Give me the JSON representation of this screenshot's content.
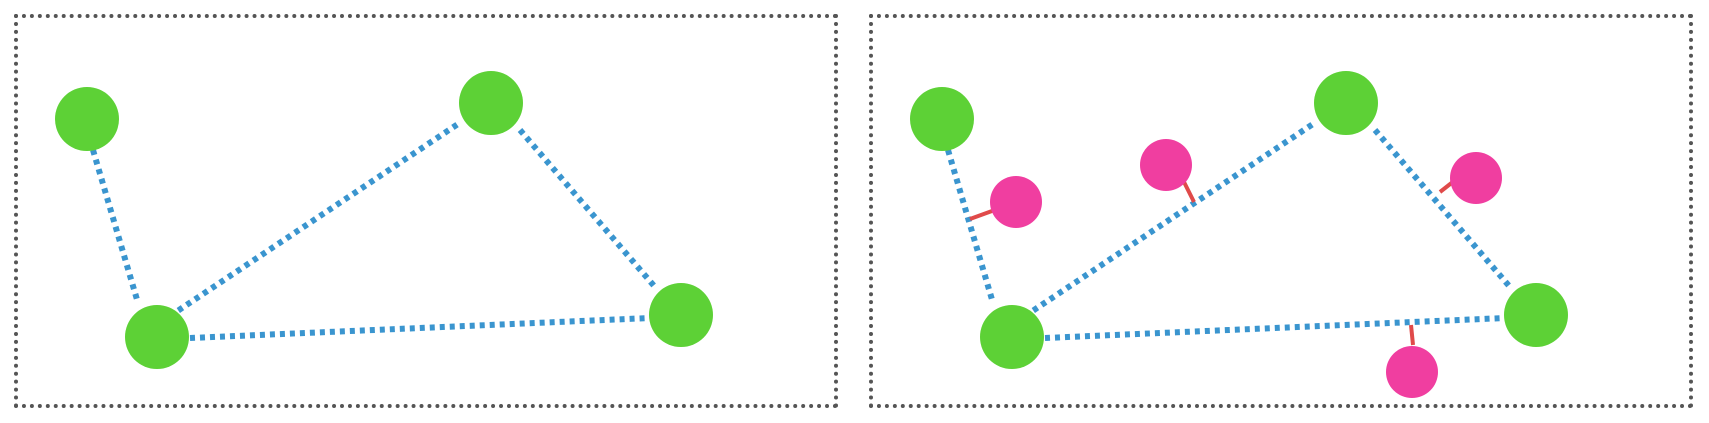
{
  "colors": {
    "border": "#555555",
    "node_green": "#5dd136",
    "node_pink": "#f03ea0",
    "edge_blue": "#3a95cf",
    "projection_red": "#e04a4a",
    "background": "#ffffff"
  },
  "panels": [
    {
      "name": "panel-left",
      "green_nodes": 4,
      "edges": 4,
      "pink_nodes": 0
    },
    {
      "name": "panel-right",
      "green_nodes": 4,
      "edges": 4,
      "pink_nodes": 4
    }
  ]
}
